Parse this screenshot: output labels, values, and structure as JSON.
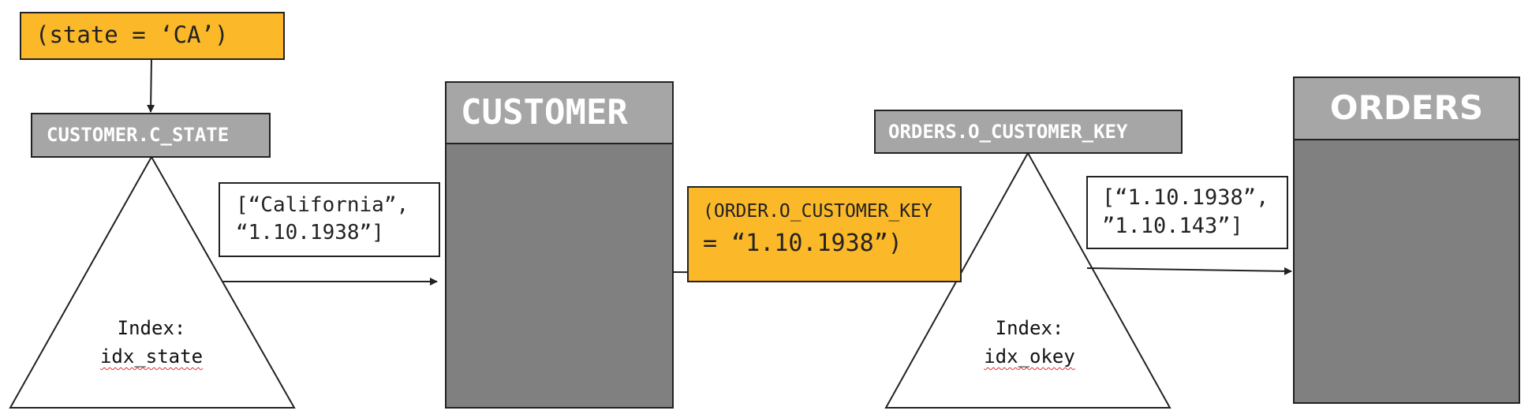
{
  "filter_condition": "(state = ‘CA’)",
  "index_left": {
    "column_label": "CUSTOMER.C_STATE",
    "index_caption": "Index:",
    "index_name": "idx_state",
    "output_values": [
      "[“California”,",
      "“1.10.1938”]"
    ]
  },
  "customer_table": {
    "name": "CUSTOMER"
  },
  "join_condition": [
    "(ORDER.O_CUSTOMER_KEY",
    "= “1.10.1938”)"
  ],
  "index_right": {
    "column_label": "ORDERS.O_CUSTOMER_KEY",
    "index_caption": "Index:",
    "index_name": "idx_okey",
    "output_values": [
      "[“1.10.1938”,",
      "”1.10.143”]"
    ]
  },
  "orders_table": {
    "name": "ORDERS"
  },
  "colors": {
    "condition_fill": "#FBB829",
    "header_fill": "#A6A6A6",
    "table_body_fill": "#808080",
    "stroke": "#222222"
  }
}
